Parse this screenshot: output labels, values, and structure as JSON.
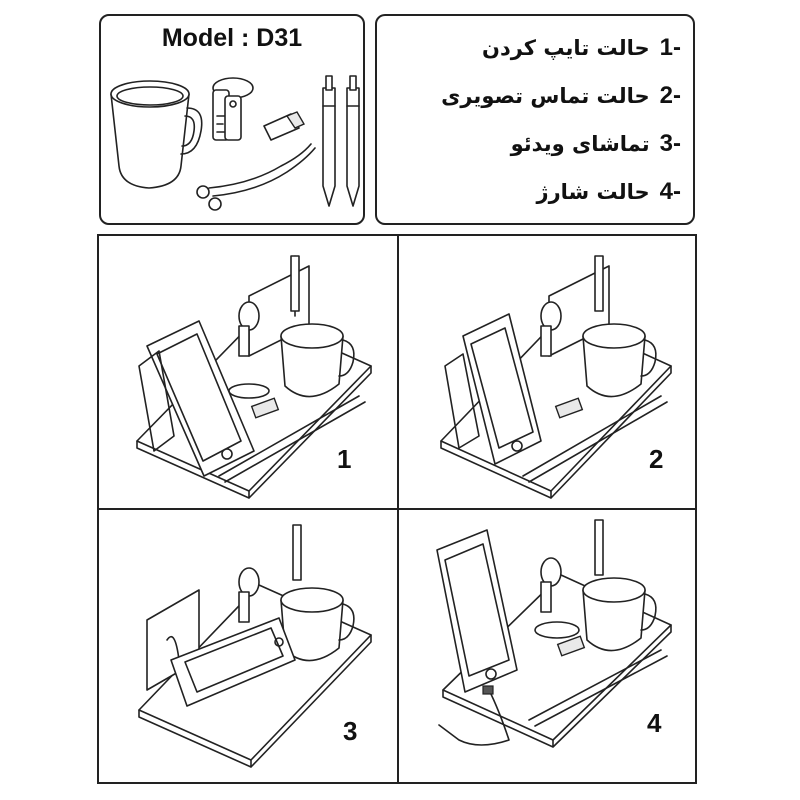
{
  "model_box": {
    "title": "Model : D31"
  },
  "modes": [
    {
      "num": "1-",
      "text": "حالت تایپ کردن"
    },
    {
      "num": "2-",
      "text": "حالت تماس تصویری"
    },
    {
      "num": "3-",
      "text": "تماشای ویدئو"
    },
    {
      "num": "4-",
      "text": "حالت شارژ"
    }
  ],
  "panels": [
    {
      "label": "1"
    },
    {
      "label": "2"
    },
    {
      "label": "3"
    },
    {
      "label": "4"
    }
  ],
  "icons": [
    "mug-icon",
    "keys-icon",
    "usb-flash-icon",
    "earphones-icon",
    "pen-icon"
  ]
}
